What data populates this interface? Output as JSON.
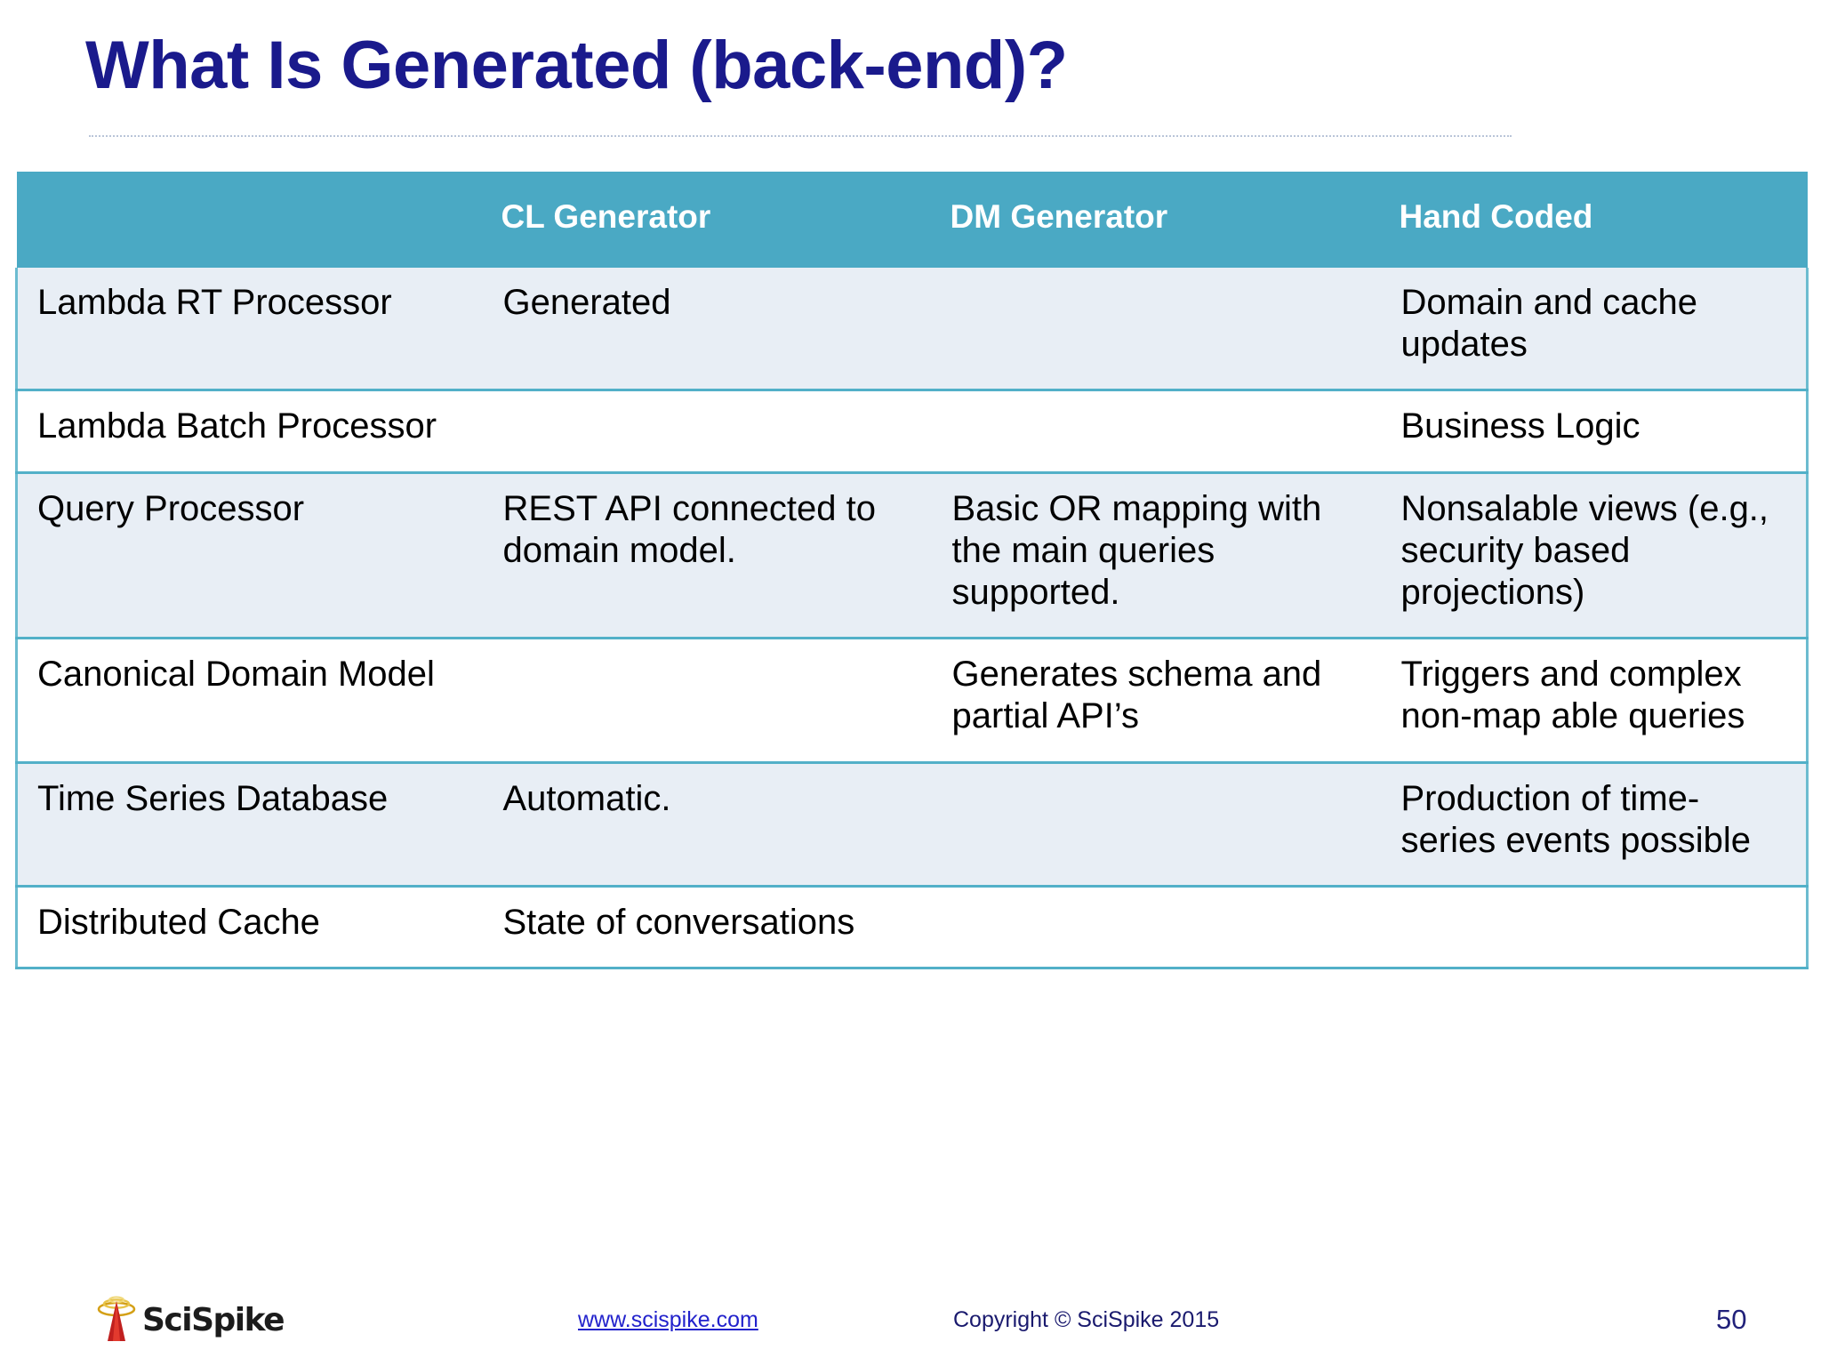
{
  "slide": {
    "title": "What Is Generated (back-end)?",
    "page_number": "50",
    "accent_color": "#4aa9c4",
    "title_color": "#1a1a8c",
    "row_shade_color": "#e8eef5",
    "border_color": "#52b0c8"
  },
  "table": {
    "headers": [
      "",
      "CL Generator",
      "DM Generator",
      "Hand Coded"
    ],
    "rows": [
      {
        "component": "Lambda RT Processor",
        "cl_generator": "Generated",
        "dm_generator": "",
        "hand_coded": "Domain and cache updates",
        "shaded": true
      },
      {
        "component": "Lambda Batch Processor",
        "cl_generator": "",
        "dm_generator": "",
        "hand_coded": "Business Logic",
        "shaded": false
      },
      {
        "component": "Query Processor",
        "cl_generator": "REST API connected to domain model.",
        "dm_generator": "Basic OR mapping with the main queries supported.",
        "hand_coded": "Nonsalable views (e.g., security based projections)",
        "shaded": true
      },
      {
        "component": "Canonical Domain Model",
        "cl_generator": "",
        "dm_generator": "Generates schema and partial API’s",
        "hand_coded": "Triggers and complex non-map able queries",
        "shaded": false
      },
      {
        "component": "Time Series Database",
        "cl_generator": "Automatic.",
        "dm_generator": "",
        "hand_coded": "Production of time-series events possible",
        "shaded": true
      },
      {
        "component": "Distributed Cache",
        "cl_generator": "State of conversations",
        "dm_generator": "",
        "hand_coded": "",
        "shaded": false
      }
    ]
  },
  "footer": {
    "logo_text": "SciSpike",
    "website": "www.scispike.com",
    "copyright": "Copyright © SciSpike 2015"
  }
}
